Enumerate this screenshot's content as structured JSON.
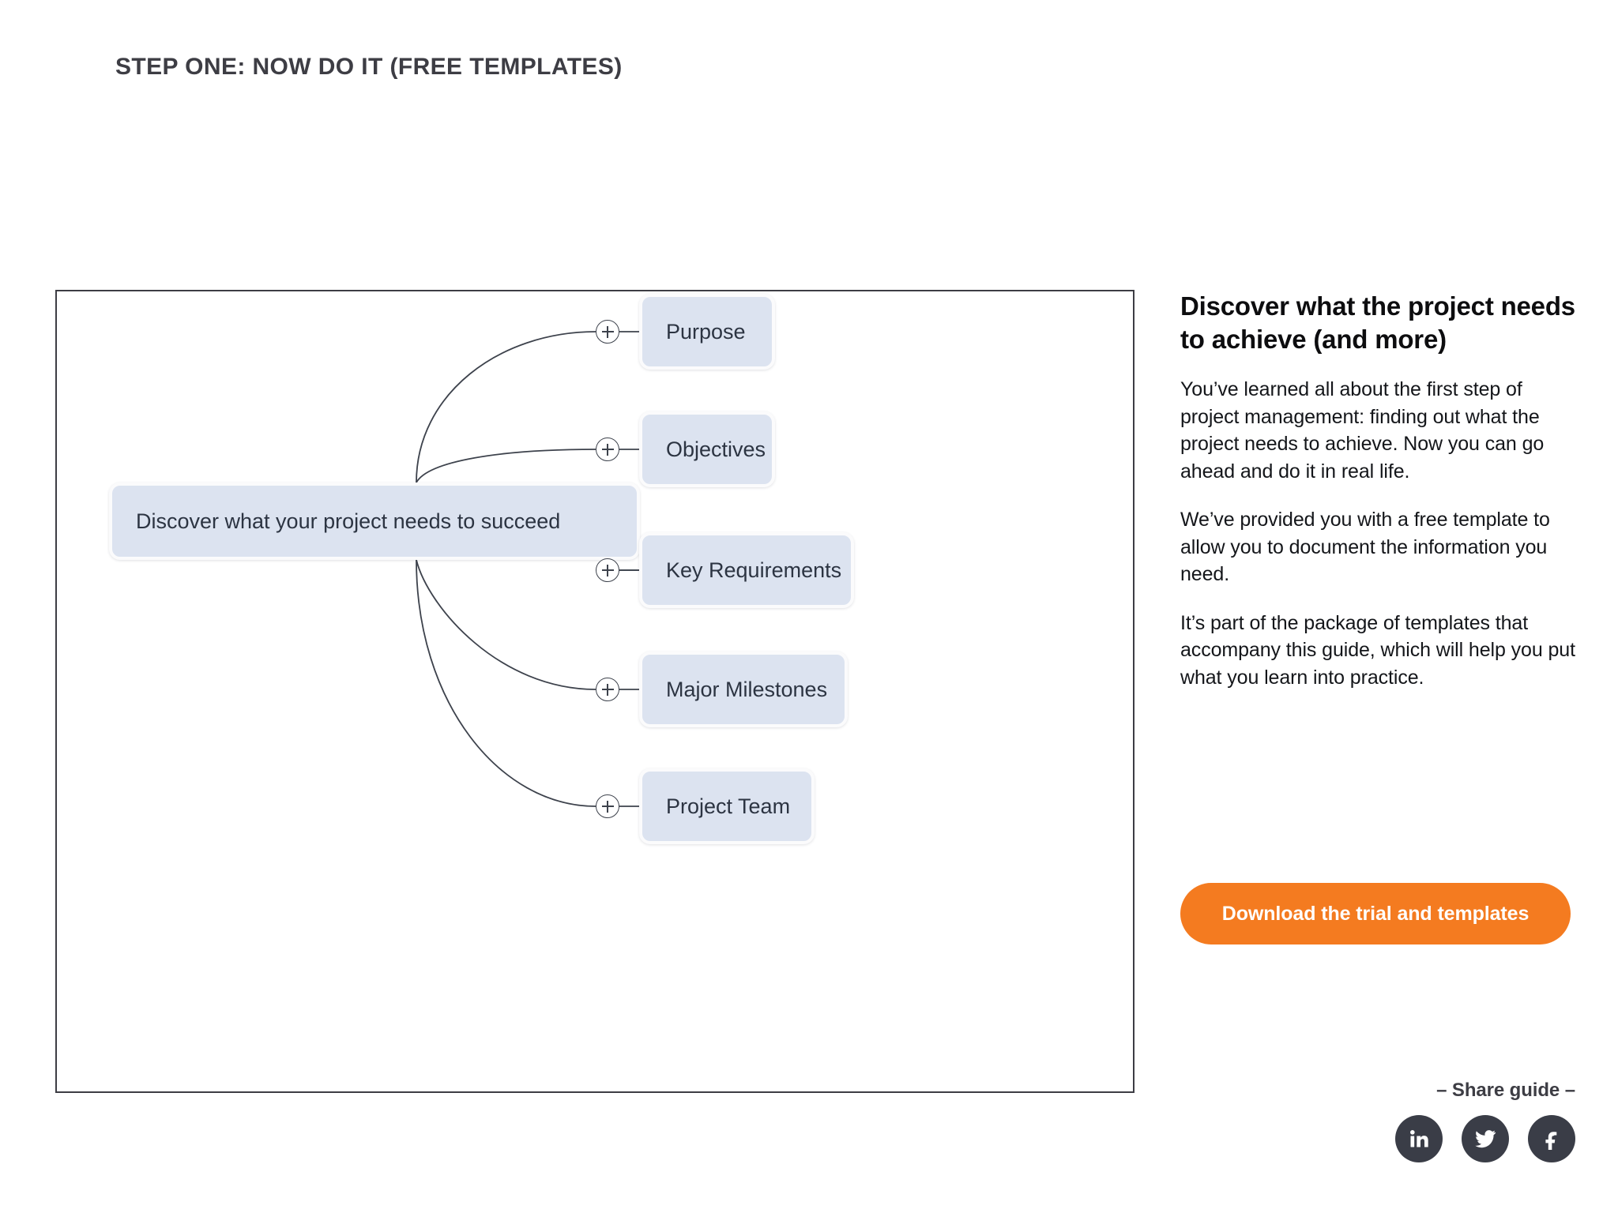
{
  "page": {
    "heading": "STEP ONE: NOW DO IT (FREE TEMPLATES)"
  },
  "mindmap": {
    "root": {
      "label": "Discover what your project needs to succeed"
    },
    "children": [
      {
        "label": "Purpose",
        "expand_icon": "plus-icon"
      },
      {
        "label": "Objectives",
        "expand_icon": "plus-icon"
      },
      {
        "label": "Key Requirements",
        "expand_icon": "plus-icon"
      },
      {
        "label": "Major Milestones",
        "expand_icon": "plus-icon"
      },
      {
        "label": "Project Team",
        "expand_icon": "plus-icon"
      }
    ],
    "colors": {
      "node_fill": "#dce3f0",
      "node_border": "#fbfbfc",
      "node_text": "#2c3442",
      "edge_stroke": "#3d424c",
      "frame_border": "#3d3d44"
    }
  },
  "sidebar": {
    "title": "Discover what the project needs to achieve (and more)",
    "paragraphs": [
      "You’ve learned all about the first step of project management: finding out what the project needs to achieve. Now you can go ahead and do it in real life.",
      "We’ve provided you with a free template to allow you to document the information you need.",
      "It’s part of the package of templates that accompany this guide, which will help you put what you learn into practice."
    ],
    "cta": {
      "label": "Download the trial and templates",
      "color": "#f47b20",
      "text_color": "#ffffff"
    },
    "share": {
      "label": "– Share guide –",
      "icons": [
        {
          "name": "linkedin-icon"
        },
        {
          "name": "twitter-icon"
        },
        {
          "name": "facebook-icon"
        }
      ],
      "icon_bg": "#3a3d47"
    }
  }
}
